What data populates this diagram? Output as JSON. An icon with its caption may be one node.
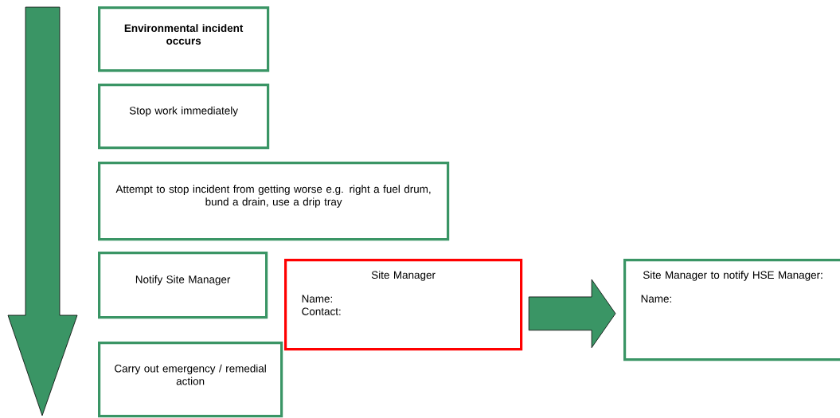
{
  "diagram": {
    "nodes": [
      {
        "text": [
          "Environmental incident occurs"
        ]
      },
      {
        "text": [
          "Stop work immediately"
        ]
      },
      {
        "text": [
          "Attempt to stop incident from getting worse e.g. right a fuel drum, bund a drain, use a drip tray"
        ]
      },
      {
        "text": [
          "Notify Site Manager"
        ]
      },
      {
        "text": [
          "Site Manager",
          "Name:",
          "Contact:"
        ]
      },
      {
        "text": [
          "Carry out emergency / remedial action"
        ]
      },
      {
        "text": [
          "Site Manager to notify HSE Manager:",
          "Name:"
        ]
      }
    ],
    "edges": [
      {
        "from": 4,
        "to": 6,
        "arrow": "to"
      }
    ]
  }
}
